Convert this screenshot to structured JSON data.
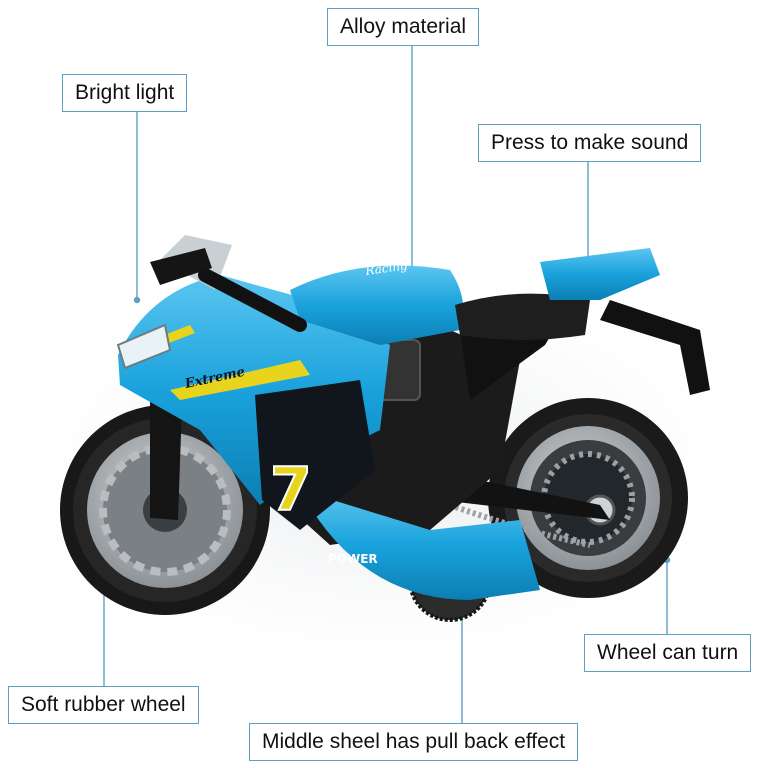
{
  "callouts": {
    "alloy_material": "Alloy material",
    "bright_light": "Bright light",
    "press_to_make_sound": "Press to make sound",
    "wheel_can_turn": "Wheel can turn",
    "soft_rubber_wheel": "Soft rubber wheel",
    "middle_wheel_pull_back": "Middle sheel has pull back effect"
  },
  "motorcycle_decals": {
    "tank_script": "Racing",
    "fairing_script": "Extreme",
    "number": "7",
    "power_badge": "POWER"
  },
  "colors": {
    "body_blue": "#1aa2dc",
    "accent_yellow": "#e8d41c",
    "frame_black": "#151515",
    "callout_line": "#5f9fc4",
    "background": "#ffffff"
  }
}
